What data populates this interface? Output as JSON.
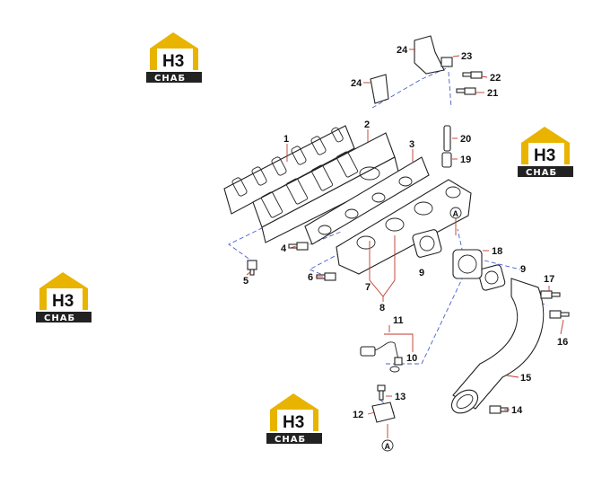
{
  "watermark": {
    "brand_letters": "H3",
    "brand_text": "CHAБ",
    "gold": "#e8b400",
    "dark": "#222222"
  },
  "colors": {
    "leader": "#c0392b",
    "dashed_link": "#4a5fd0",
    "parts": "#222222"
  },
  "labels": {
    "l1": "1",
    "l2": "2",
    "l3": "3",
    "l4": "4",
    "l5": "5",
    "l6": "6",
    "l7": "7",
    "l8": "8",
    "l9a": "9",
    "l9b": "9",
    "l10": "10",
    "l11": "11",
    "l12": "12",
    "l13": "13",
    "l14": "14",
    "l15": "15",
    "l16": "16",
    "l17": "17",
    "l18": "18",
    "l19": "19",
    "l20": "20",
    "l21": "21",
    "l22": "22",
    "l23": "23",
    "l24a": "24",
    "l24b": "24"
  },
  "refs": {
    "top": "A",
    "bottom": "A"
  }
}
